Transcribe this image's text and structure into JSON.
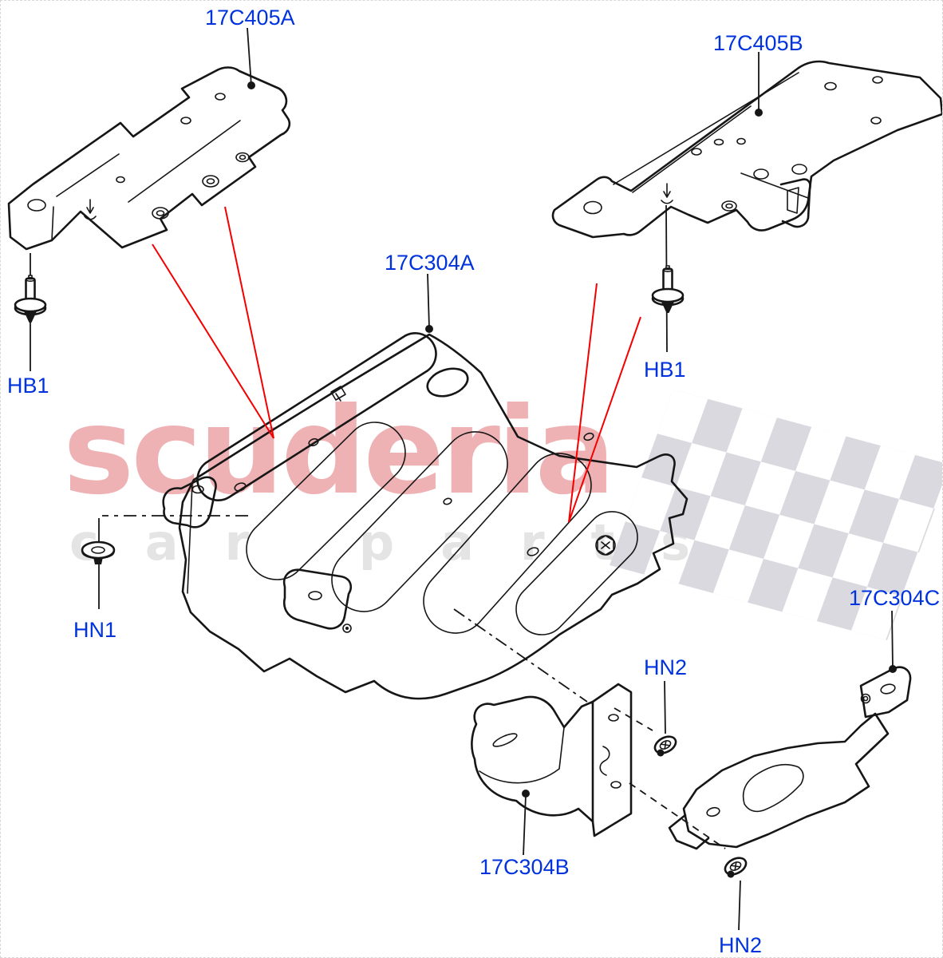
{
  "watermark": {
    "brand": "scuderia",
    "tagline": "car parts",
    "brand_color": "#efb2b4",
    "tagline_color": "#e4e4e4",
    "flag_color": "#d9d9df"
  },
  "diagram": {
    "label_color": "#0033dd",
    "line_color": "#161616",
    "pointer_color": "#f40000",
    "labels": {
      "bracket_a": "17C405A",
      "bracket_b": "17C405B",
      "shield_main": "17C304A",
      "shield_b": "17C304B",
      "shield_c": "17C304C",
      "bolt_left": "HB1",
      "bolt_right": "HB1",
      "nut_1": "HN1",
      "nut_2_upper": "HN2",
      "nut_2_lower": "HN2"
    }
  }
}
